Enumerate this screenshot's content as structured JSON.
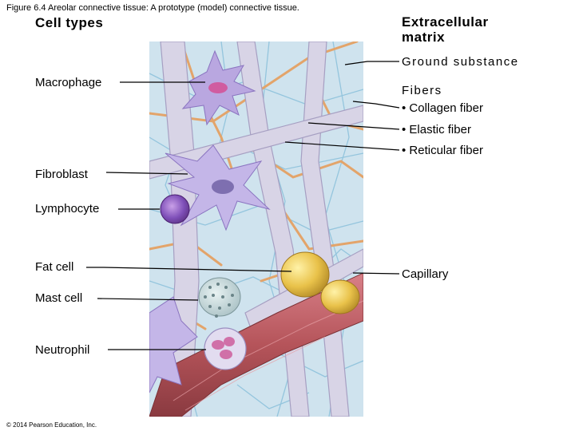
{
  "figure": {
    "title": "Figure 6.4  Areolar connective tissue: A prototype (model) connective tissue.",
    "copyright": "© 2014 Pearson Education, Inc."
  },
  "cell_types": {
    "heading": "Cell types",
    "labels": {
      "macrophage": "Macrophage",
      "fibroblast": "Fibroblast",
      "lymphocyte": "Lymphocyte",
      "fat_cell": "Fat cell",
      "mast_cell": "Mast cell",
      "neutrophil": "Neutrophil"
    }
  },
  "matrix": {
    "heading_line1": "Extracellular",
    "heading_line2": "matrix",
    "ground_substance": "Ground substance",
    "fibers_heading": "Fibers",
    "collagen": "• Collagen fiber",
    "elastic": "• Elastic fiber",
    "reticular": "• Reticular fiber",
    "capillary": "Capillary"
  },
  "colors": {
    "ground": "#cfe3ee",
    "collagen": "#d8d4e6",
    "elastic": "#e3a46a",
    "reticular": "#8ec2dc",
    "cell_purple": "#b9a7e0",
    "capillary": "#b5545a",
    "fat": "#e9c24a"
  }
}
